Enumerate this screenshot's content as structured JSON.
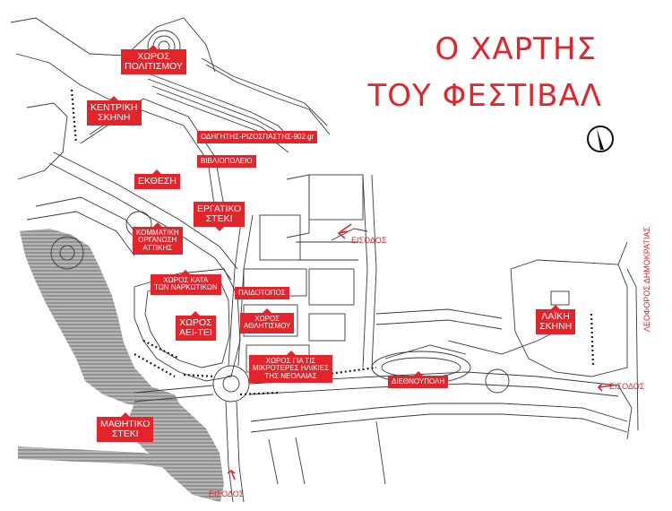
{
  "title": {
    "line1": "Ο ΧΑΡΤΗΣ",
    "line2": "ΤΟΥ ΦΕΣΤΙΒΑΛ"
  },
  "venues": {
    "politismos": {
      "line1": "ΧΩΡΟΣ",
      "line2": "ΠΟΛΙΤΙΣΜΟΥ"
    },
    "kentriki": {
      "line1": "ΚΕΝΤΡΙΚΗ",
      "line2": "ΣΚΗΝΗ"
    },
    "odigitis": {
      "line1": "ΟΔΗΓΗΤΗΣ-ΡΙΖΟΣΠΑΣΤΗΣ-902.gr"
    },
    "vivliopoleio": {
      "line1": "ΒΙΒΛΙΟΠΩΛΕΙΟ"
    },
    "ekthesi": {
      "line1": "ΕΚΘΕΣΗ"
    },
    "ergatiko": {
      "line1": "ΕΡΓΑΤΙΚΟ",
      "line2": "ΣΤΕΚΙ"
    },
    "kommatiki": {
      "line1": "ΚΟΜΜΑΤΙΚΗ",
      "line2": "ΟΡΓΑΝΩΣΗ",
      "line3": "ΑΤΤΙΚΗΣ"
    },
    "narkotika": {
      "line1": "ΧΩΡΟΣ ΚΑΤΑ",
      "line2": "ΤΩΝ ΝΑΡΚΩΤΙΚΩΝ"
    },
    "paidotopos": {
      "line1": "ΠΑΙΔΟΤΟΠΟΣ"
    },
    "athlitismos": {
      "line1": "ΧΩΡΟΣ",
      "line2": "ΑΘΛΗΤΙΣΜΟΥ"
    },
    "aeitei": {
      "line1": "ΧΩΡΟΣ",
      "line2": "ΑΕΙ-ΤΕΙ"
    },
    "mikroteres": {
      "line1": "ΧΩΡΟΣ ΓΙΑ ΤΙΣ",
      "line2": "ΜΙΚΡΟΤΕΡΕΣ ΗΛΙΚΙΕΣ",
      "line3": "ΤΗΣ ΝΕΟΛΑΙΑΣ"
    },
    "diethnoupoli": {
      "line1": "ΔΙΕΘΝΟΥΠΟΛΗ"
    },
    "laiki": {
      "line1": "ΛΑΪΚΗ",
      "line2": "ΣΚΗΝΗ"
    },
    "mathitiko": {
      "line1": "ΜΑΘΗΤΙΚΟ",
      "line2": "ΣΤΕΚΙ"
    }
  },
  "entrances": {
    "north": "ΕΙΣΟΔΟΣ",
    "east": "ΕΙΣΟΔΟΣ",
    "south": "ΕΙΣΟΔΟΣ"
  },
  "street": "ΛΕΟΦΟΡΟΣ ΔΗΜΟΚΡΑΤΙΑΣ",
  "colors": {
    "accent": "#e3242b",
    "line": "#3a3a3a",
    "hatch": "#8a8a8a"
  },
  "icons": {
    "compass": "north-arrow-icon"
  }
}
